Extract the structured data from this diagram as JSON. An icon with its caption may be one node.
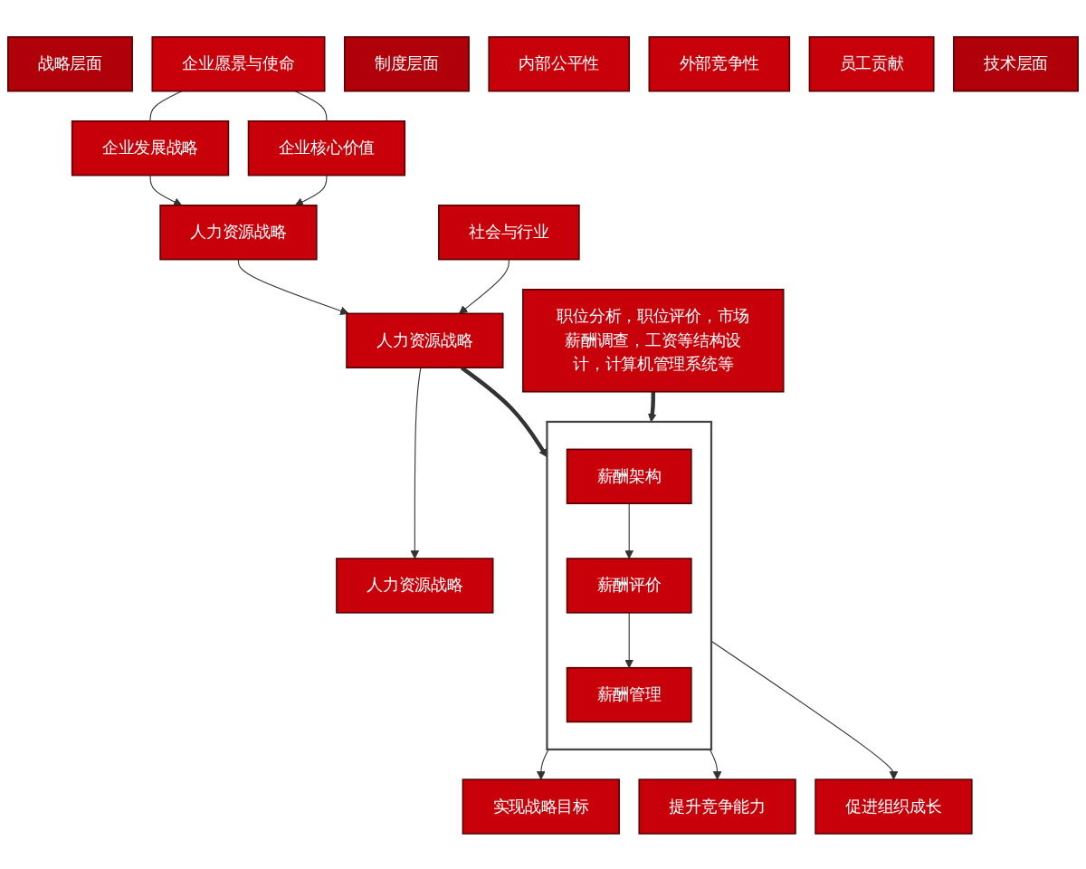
{
  "diagram": {
    "nodes": [
      {
        "text": [
          "战略层面"
        ]
      },
      {
        "text": [
          "企业愿景与使命"
        ]
      },
      {
        "text": [
          "企业发展战略"
        ]
      },
      {
        "text": [
          "企业核心价值"
        ]
      },
      {
        "text": [
          "人力资源战略"
        ]
      },
      {
        "text": [
          "社会与行业"
        ]
      },
      {
        "text": [
          "人力资源战略"
        ]
      },
      {
        "text": [
          "人力资源战略"
        ]
      },
      {
        "text": [
          "制度层面"
        ]
      },
      {
        "text": [
          "内部公平性"
        ]
      },
      {
        "text": [
          "外部竞争性"
        ]
      },
      {
        "text": [
          "员工贡献"
        ]
      },
      {
        "text": [],
        "shape": "box"
      },
      {
        "text": [
          "薪酬架构"
        ],
        "in": 12
      },
      {
        "text": [
          "薪酬评价"
        ],
        "in": 12
      },
      {
        "text": [
          "薪酬管理"
        ],
        "in": 12
      },
      {
        "text": [
          "实现战略目标"
        ]
      },
      {
        "text": [
          "提升竞争能力"
        ]
      },
      {
        "text": [
          "促进组织成长"
        ]
      },
      {
        "text": [
          "技术层面"
        ]
      },
      {
        "text": [
          "职位分析，职位评价，市场薪酬调查，工资等结构设计，计算机管理系统等"
        ]
      }
    ],
    "edges": [
      {
        "from": 1,
        "to": 2,
        "arrow": "none"
      },
      {
        "from": 1,
        "to": 3,
        "arrow": "none"
      },
      {
        "from": 2,
        "to": 4,
        "arrow": "to"
      },
      {
        "from": 3,
        "to": 4,
        "arrow": "to"
      },
      {
        "from": 4,
        "to": 6,
        "arrow": "to"
      },
      {
        "from": 5,
        "to": 6,
        "arrow": "to"
      },
      {
        "from": 6,
        "to": 7,
        "arrow": "to"
      },
      {
        "from": 6,
        "to": 12,
        "arrow": "to",
        "style": "thick"
      },
      {
        "from": 13,
        "to": 14,
        "arrow": "to"
      },
      {
        "from": 14,
        "to": 15,
        "arrow": "to"
      },
      {
        "from": 12,
        "to": 16,
        "arrow": "to"
      },
      {
        "from": 12,
        "to": 17,
        "arrow": "to"
      },
      {
        "from": 12,
        "to": 18,
        "arrow": "to"
      },
      {
        "from": 20,
        "to": 12,
        "arrow": "to",
        "style": "thick"
      }
    ]
  }
}
